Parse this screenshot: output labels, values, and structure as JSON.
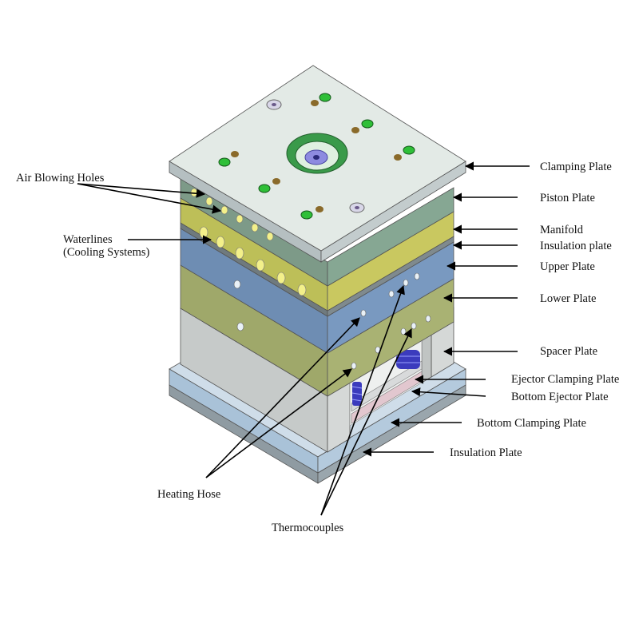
{
  "labels": {
    "clamping_plate": "Clamping Plate",
    "piston_plate": "Piston Plate",
    "manifold": "Manifold",
    "insulation_plate_upper": "Insulation plate",
    "upper_plate": "Upper Plate",
    "lower_plate": "Lower Plate",
    "spacer_plate": "Spacer Plate",
    "ejector_clamping_plate": "Ejector Clamping Plate",
    "bottom_ejector_plate": "Bottom Ejector Plate",
    "bottom_clamping_plate": "Bottom Clamping Plate",
    "insulation_plate_lower": "Insulation Plate",
    "air_blowing_holes": "Air Blowing Holes",
    "waterlines_line1": "Waterlines",
    "waterlines_line2": "(Cooling Systems)",
    "heating_hose": "Heating Hose",
    "thermocouples": "Thermocouples"
  },
  "colors": {
    "clamping_top": "#e3eae6",
    "clamping_side": "#b5bfc1",
    "piston_left": "#7d9a88",
    "piston_right": "#86a793",
    "manifold_left": "#bdbf58",
    "manifold_right": "#c9c860",
    "insulation": "#7f8a8e",
    "upper_left": "#6e8db3",
    "upper_right": "#7999c0",
    "lower_left": "#9fa86a",
    "lower_right": "#a9b273",
    "spacer_left": "#c6cac9",
    "spacer_right": "#d5d8d7",
    "base_plate": "#a9c2d8",
    "spring": "#3b3bbd",
    "bolt_green": "#2fbf38",
    "bolt_bronze": "#8a6a2a"
  }
}
